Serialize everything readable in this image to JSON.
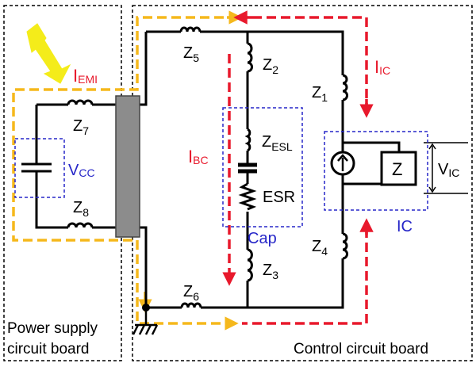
{
  "boards": {
    "power": {
      "line1": "Power supply",
      "line2": "circuit board"
    },
    "control": {
      "label": "Control circuit board"
    }
  },
  "components": {
    "z1": {
      "main": "Z",
      "sub": "1"
    },
    "z2": {
      "main": "Z",
      "sub": "2"
    },
    "z3": {
      "main": "Z",
      "sub": "3"
    },
    "z4": {
      "main": "Z",
      "sub": "4"
    },
    "z5": {
      "main": "Z",
      "sub": "5"
    },
    "z6": {
      "main": "Z",
      "sub": "6"
    },
    "z7": {
      "main": "Z",
      "sub": "7"
    },
    "z8": {
      "main": "Z",
      "sub": "8"
    },
    "zesl": {
      "main": "Z",
      "sub": "ESL"
    },
    "esr": "ESR",
    "z_box": "Z"
  },
  "groups": {
    "vcc": {
      "main": "V",
      "sub": "CC"
    },
    "cap": "Cap",
    "ic": "IC",
    "vic": {
      "main": "V",
      "sub": "IC"
    }
  },
  "currents": {
    "emi": {
      "main": "I",
      "sub": "EMI"
    },
    "ic": {
      "main": "I",
      "sub": "IC"
    },
    "bc": {
      "main": "I",
      "sub": "BC"
    }
  },
  "colors": {
    "emi_path": "#f5b81c",
    "current_red": "#e8192c",
    "group_blue": "#2626c8",
    "lightning": "#f4ec1a"
  }
}
